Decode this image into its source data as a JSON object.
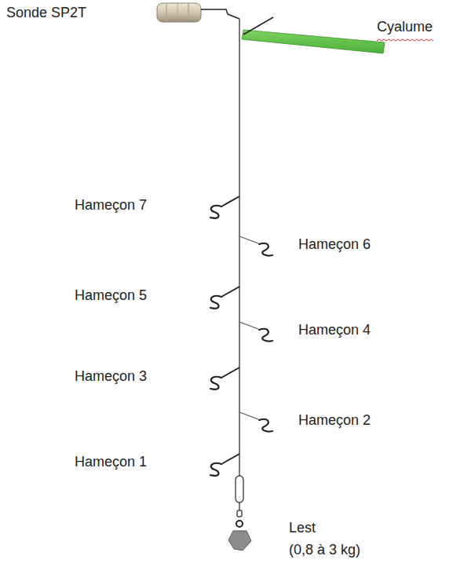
{
  "diagram": {
    "labels": [
      "Sonde SP2T",
      "Cyalume",
      "Hameçon 7",
      "Hameçon 6",
      "Hameçon 5",
      "Hameçon 4",
      "Hameçon 3",
      "Hameçon 2",
      "Hameçon 1",
      "Lest",
      "(0,8 à 3 kg)"
    ]
  }
}
